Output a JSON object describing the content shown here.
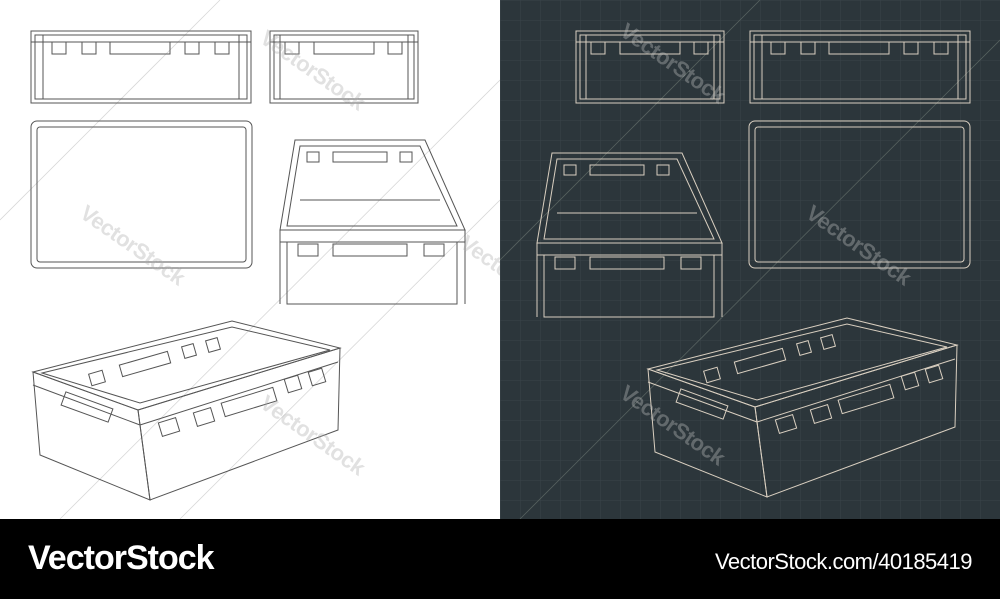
{
  "footer": {
    "brand": "VectorStock",
    "image_id": "VectorStock.com/40185419"
  },
  "watermark": {
    "text": "VectorStock"
  },
  "colors": {
    "light_bg": "#ffffff",
    "dark_bg": "#2c363b",
    "light_line": "#555555",
    "dark_line": "#d9cfc0",
    "footer_bg": "#000000"
  }
}
